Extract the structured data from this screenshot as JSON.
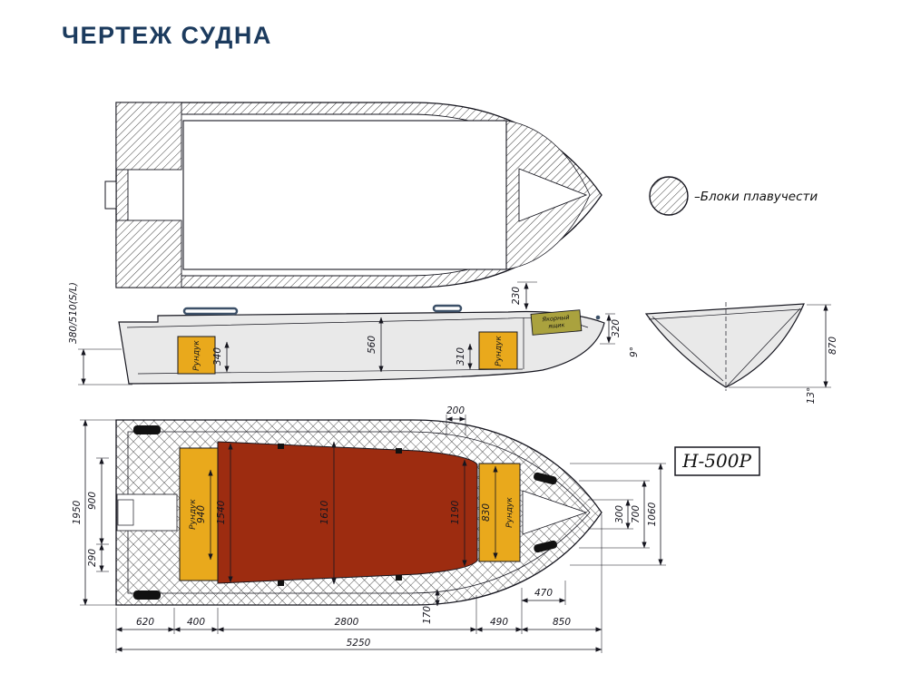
{
  "page": {
    "title": "ЧЕРТЕЖ СУДНА"
  },
  "legend": {
    "label": "–Блоки плавучести"
  },
  "model_badge": {
    "label": "Н-500Р"
  },
  "side_view": {
    "locker_aft": "Рундук",
    "locker_front": "Рундук",
    "anchor_box_line1": "Якорный",
    "anchor_box_line2": "ящик",
    "dim_transom": "380/510(S/L)",
    "dim_340": "340",
    "dim_560": "560",
    "dim_310": "310",
    "dim_230": "230",
    "dim_320": "320"
  },
  "section_view": {
    "dim_870": "870",
    "angle_9": "9°",
    "angle_13": "13°"
  },
  "deck_view": {
    "locker_left": "Рундук",
    "locker_right": "Рундук",
    "dim_1950": "1950",
    "dim_900": "900",
    "dim_290": "290",
    "dim_940": "940",
    "dim_1540": "1540",
    "dim_1610": "1610",
    "dim_1190": "1190",
    "dim_830": "830",
    "dim_200": "200",
    "dim_300": "300",
    "dim_700": "700",
    "dim_1060": "1060",
    "dim_470": "470",
    "dim_170": "170",
    "dim_620": "620",
    "dim_400": "400",
    "dim_2800": "2800",
    "dim_490": "490",
    "dim_850": "850",
    "dim_5250": "5250"
  },
  "colors": {
    "title": "#1c3b5e",
    "locker": "#e9a91c",
    "floor": "#9d2c10",
    "anchor": "#aaa23e",
    "hull": "#e9e9e9",
    "line": "#16161f"
  }
}
